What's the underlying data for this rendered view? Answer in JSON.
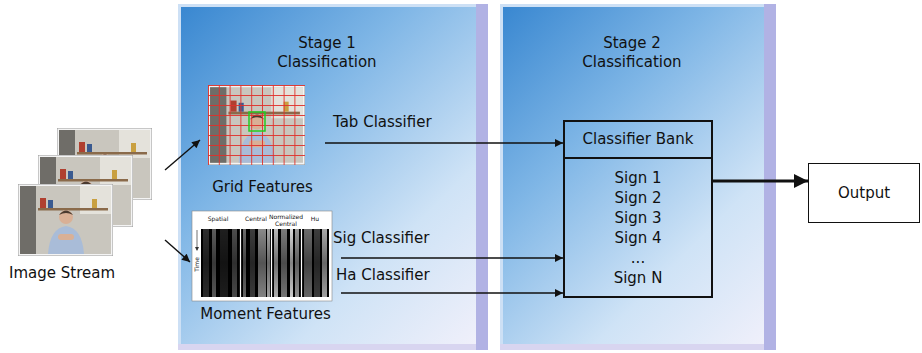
{
  "diagram": {
    "nodes": [
      {
        "text": [
          "Image Stream"
        ]
      },
      {
        "text": [
          "Stage 1 Classification"
        ]
      },
      {
        "text": [
          "Grid Features"
        ],
        "in": 1
      },
      {
        "text": [
          "Moment Features"
        ],
        "in": 1
      },
      {
        "text": [
          "Stage 2 Classification"
        ]
      },
      {
        "text": [
          "Classifier Bank"
        ],
        "in": 4
      },
      {
        "text": [
          "Sign 1",
          "Sign 2",
          "Sign 3",
          "Sign 4",
          "...",
          "Sign N"
        ],
        "in": 4
      },
      {
        "text": [
          "Output"
        ]
      }
    ],
    "edges": [
      {
        "from": 0,
        "to": 2,
        "arrow": "to"
      },
      {
        "from": 0,
        "to": 3,
        "arrow": "to"
      },
      {
        "from": 2,
        "to": 5,
        "label": "Tab Classifier",
        "arrow": "to"
      },
      {
        "from": 3,
        "to": 6,
        "label": "Sig Classifier",
        "arrow": "to"
      },
      {
        "from": 3,
        "to": 6,
        "label": "Ha Classifier",
        "arrow": "to"
      },
      {
        "from": 6,
        "to": 7,
        "arrow": "to"
      }
    ],
    "labels": [
      "Spatial",
      "Central",
      "Normalized Central",
      "Hu",
      "Time"
    ]
  }
}
